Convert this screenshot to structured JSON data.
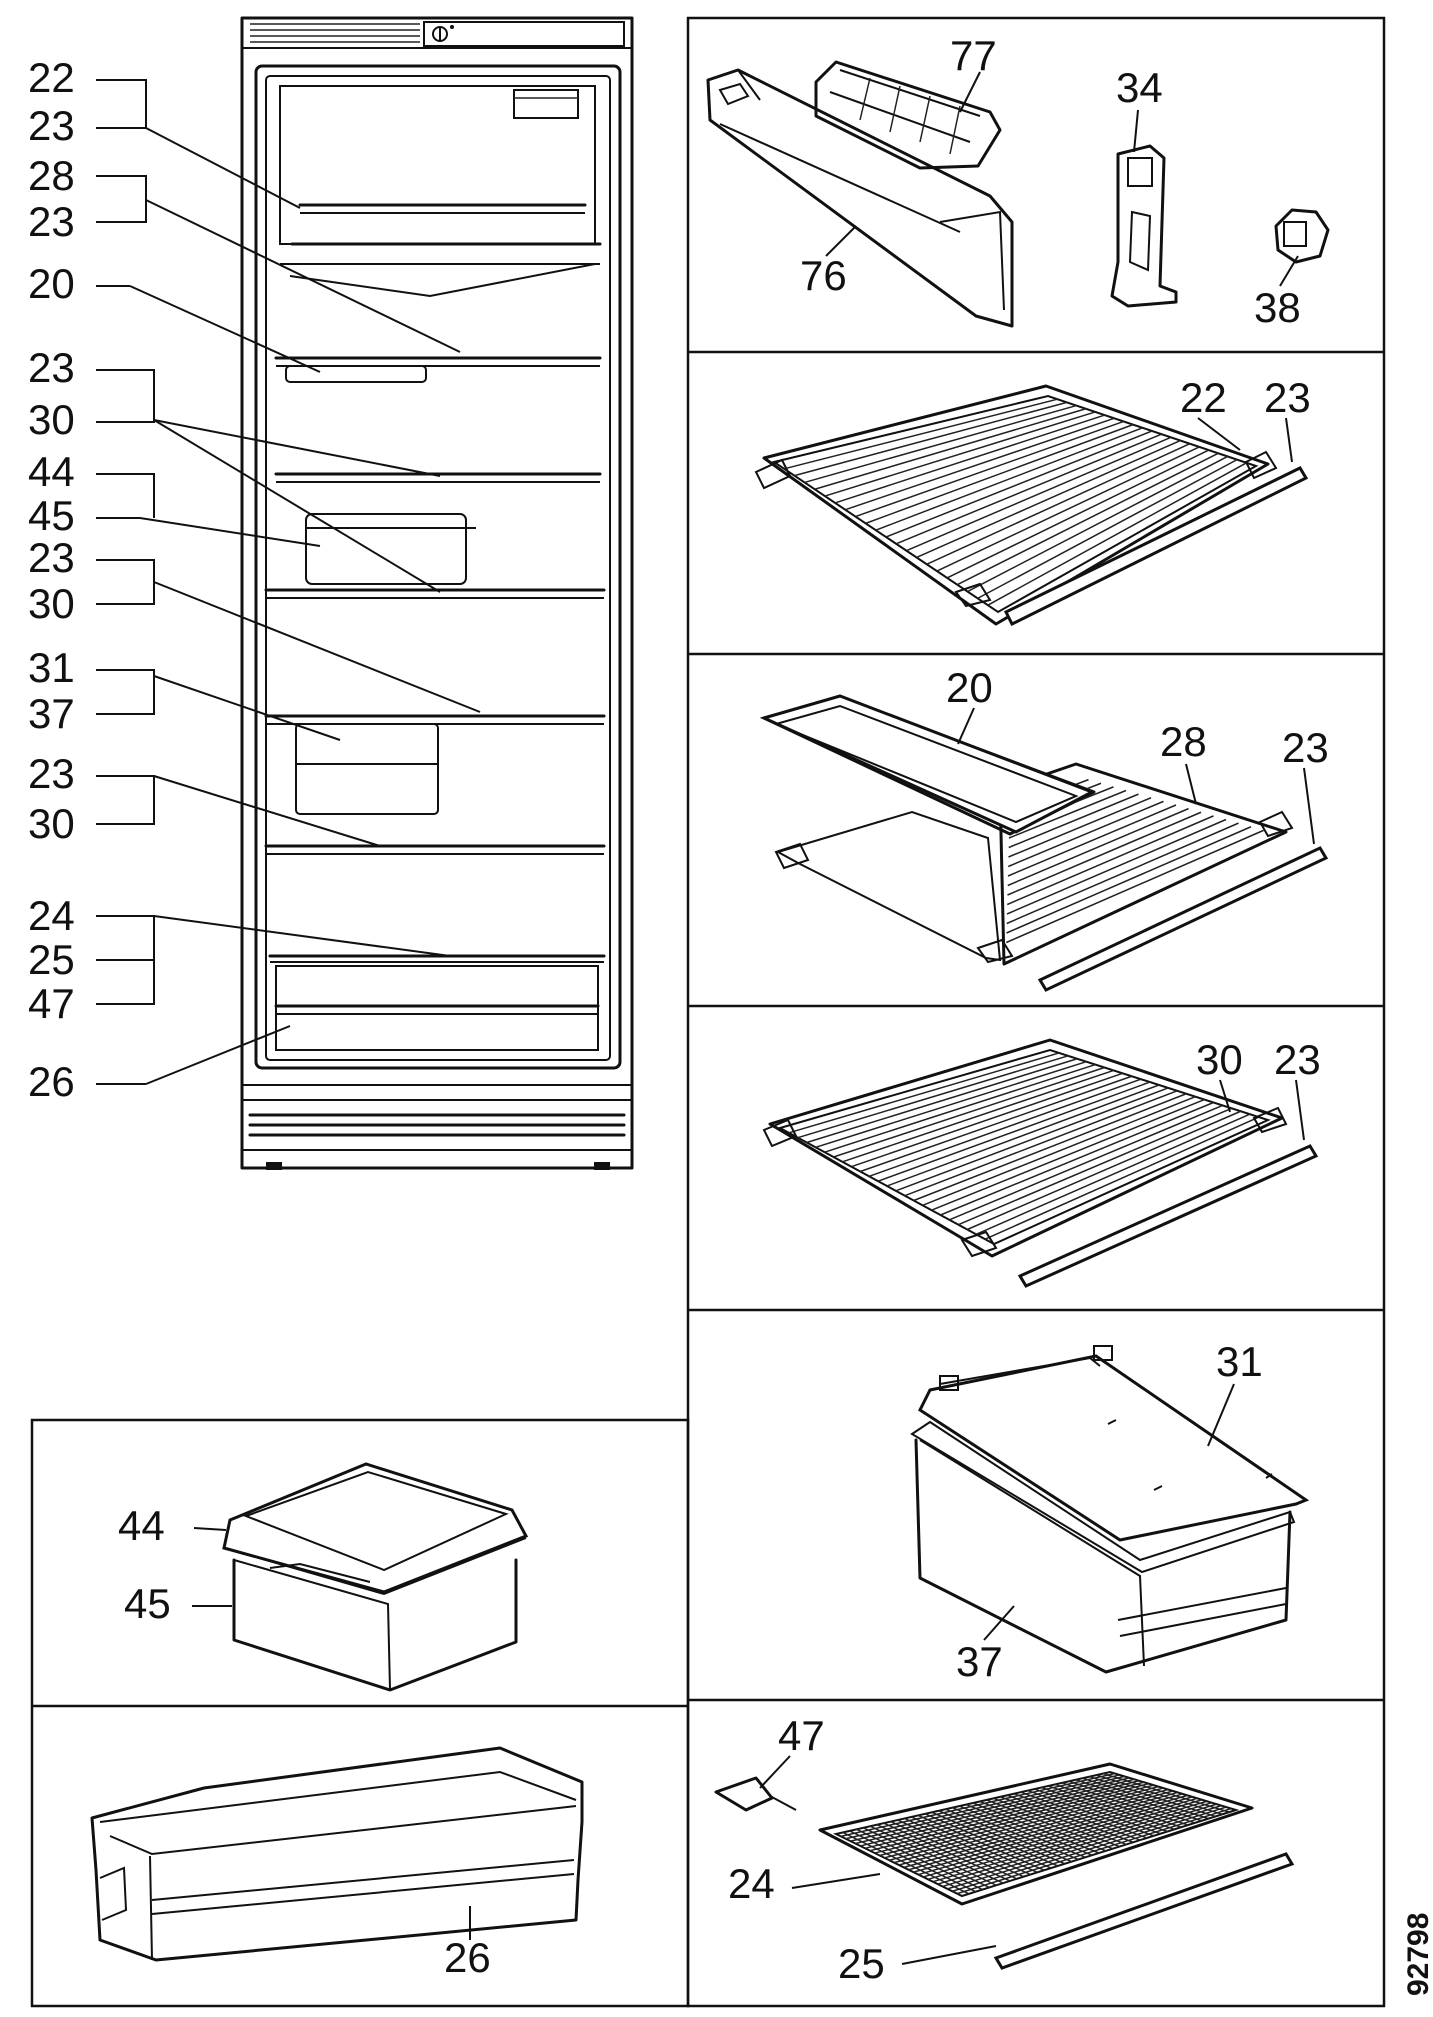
{
  "fridge_labels": {
    "g1": [
      "22",
      "23",
      "28",
      "23"
    ],
    "p20": "20",
    "g2": [
      "23",
      "30",
      "44",
      "45",
      "23",
      "30"
    ],
    "g3": [
      "31",
      "37"
    ],
    "g4": [
      "23",
      "30"
    ],
    "g5": [
      "24",
      "25",
      "47"
    ],
    "p26": "26"
  },
  "panels": {
    "p1": [
      "77",
      "34",
      "76",
      "38"
    ],
    "p2": [
      "22",
      "23"
    ],
    "p3": [
      "20",
      "28",
      "23"
    ],
    "p4": [
      "30",
      "23"
    ],
    "p5": [
      "31",
      "37"
    ],
    "p6": [
      "44",
      "45"
    ],
    "p7": [
      "26"
    ],
    "p8": [
      "47",
      "24",
      "25"
    ]
  },
  "drawing_code": "92798"
}
